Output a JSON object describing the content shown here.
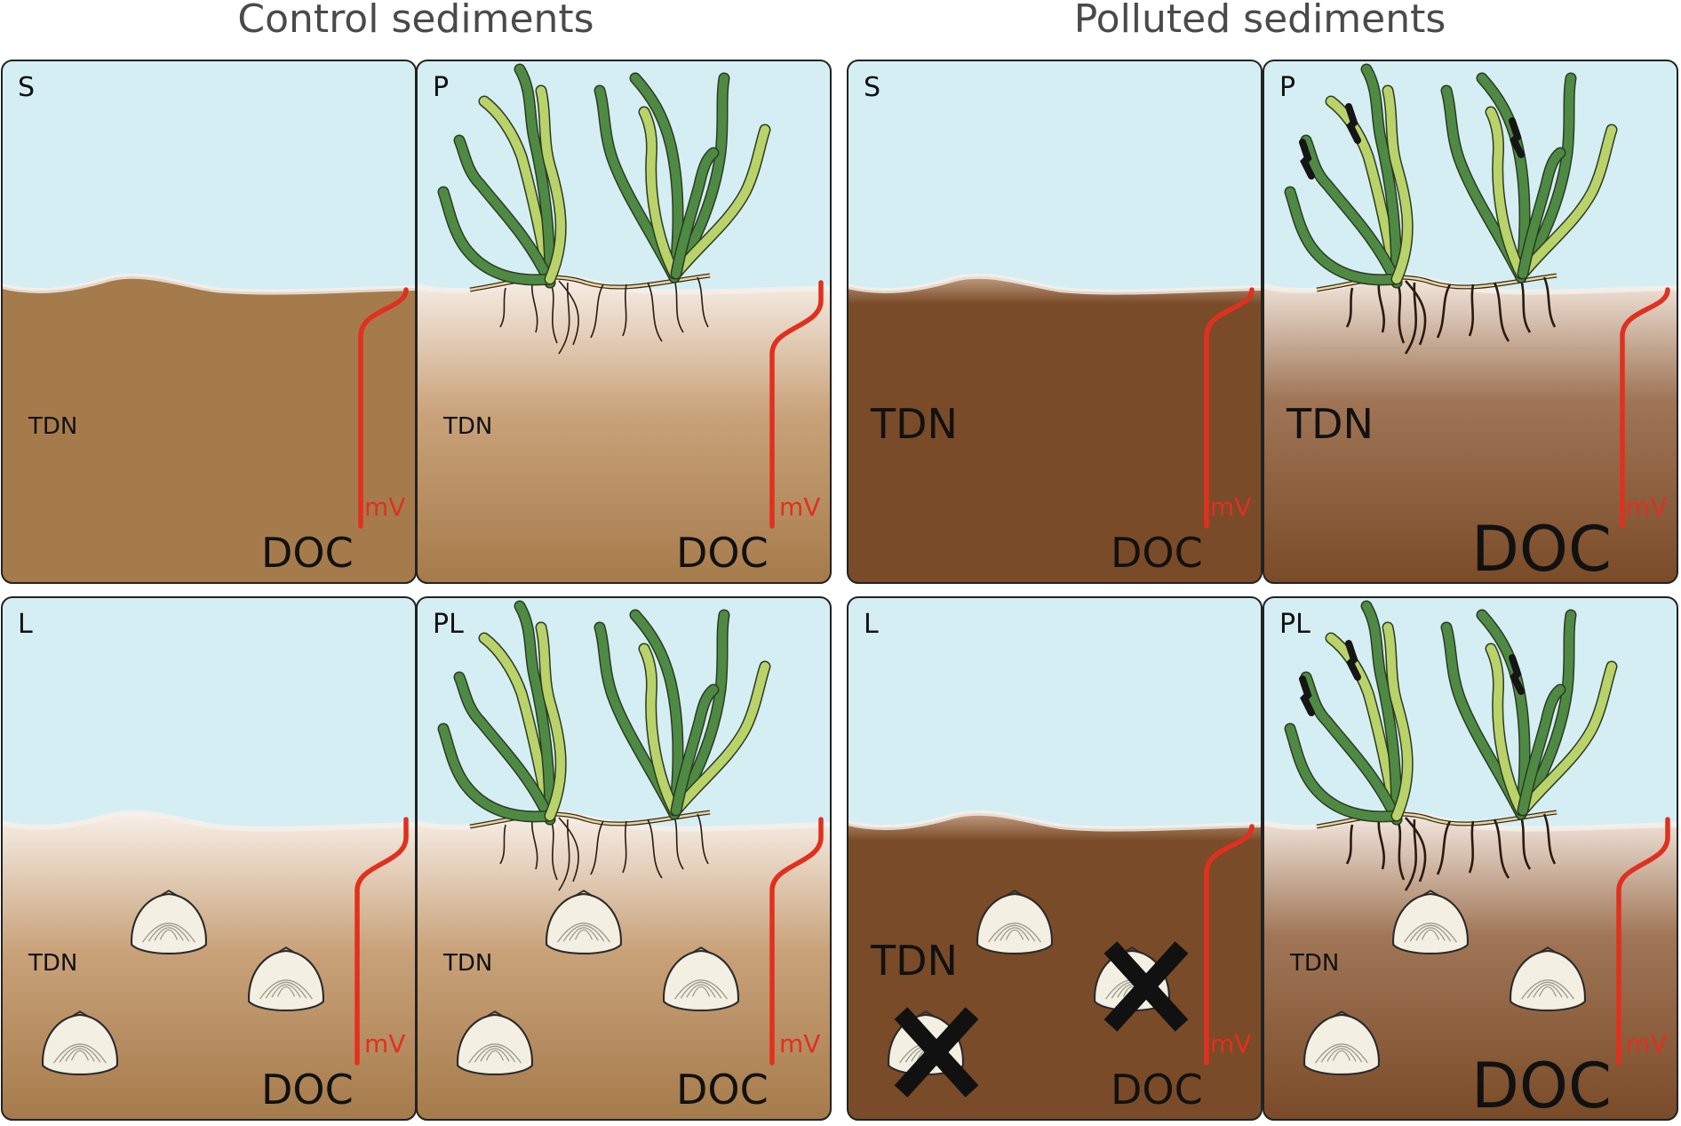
{
  "titles": {
    "left": "Control sediments",
    "right": "Polluted sediments"
  },
  "panels": [
    {
      "id": "control-s",
      "label": "S",
      "group": "control",
      "seagrass": false,
      "clams": false,
      "dead_clams": false,
      "tdn": "TDN",
      "tdn_size": "small",
      "doc": "DOC",
      "doc_size": "medium",
      "mv": "mV",
      "shallow_redox": false
    },
    {
      "id": "control-p",
      "label": "P",
      "group": "control",
      "seagrass": true,
      "clams": false,
      "dead_clams": false,
      "tdn": "TDN",
      "tdn_size": "small",
      "doc": "DOC",
      "doc_size": "medium",
      "mv": "mV",
      "shallow_redox": true
    },
    {
      "id": "polluted-s",
      "label": "S",
      "group": "polluted",
      "seagrass": false,
      "clams": false,
      "dead_clams": false,
      "tdn": "TDN",
      "tdn_size": "large",
      "doc": "DOC",
      "doc_size": "medium",
      "mv": "mV",
      "shallow_redox": false
    },
    {
      "id": "polluted-p",
      "label": "P",
      "group": "polluted",
      "seagrass": true,
      "clams": false,
      "dead_clams": false,
      "tdn": "TDN",
      "tdn_size": "large",
      "doc": "DOC",
      "doc_size": "large",
      "mv": "mV",
      "shallow_redox": false
    },
    {
      "id": "control-l",
      "label": "L",
      "group": "control",
      "seagrass": false,
      "clams": true,
      "dead_clams": false,
      "tdn": "TDN",
      "tdn_size": "small",
      "doc": "DOC",
      "doc_size": "medium",
      "mv": "mV",
      "shallow_redox": true
    },
    {
      "id": "control-pl",
      "label": "PL",
      "group": "control",
      "seagrass": true,
      "clams": true,
      "dead_clams": false,
      "tdn": "TDN",
      "tdn_size": "small",
      "doc": "DOC",
      "doc_size": "medium",
      "mv": "mV",
      "shallow_redox": true
    },
    {
      "id": "polluted-l",
      "label": "L",
      "group": "polluted",
      "seagrass": false,
      "clams": true,
      "dead_clams": true,
      "tdn": "TDN",
      "tdn_size": "large",
      "doc": "DOC",
      "doc_size": "medium",
      "mv": "mV",
      "shallow_redox": false
    },
    {
      "id": "polluted-pl",
      "label": "PL",
      "group": "polluted",
      "seagrass": true,
      "clams": true,
      "dead_clams": false,
      "tdn": "TDN",
      "tdn_size": "small",
      "doc": "DOC",
      "doc_size": "large",
      "mv": "mV",
      "shallow_redox": true
    }
  ],
  "colors": {
    "water": "#d5eef3",
    "control_sediment": "#a67b4b",
    "polluted_sediment": "#7a4b28",
    "light_sediment": "#f1e6dc",
    "redox_line": "#e1301f",
    "clam_fill": "#f3efe2",
    "leaf_light": "#b9d36a",
    "leaf_dark": "#4f8a45",
    "roots": "#2a1a10",
    "frame": "#222222"
  },
  "icons": {
    "dead_clam_marker": "cross-mark-icon",
    "clam": "clam-shell-icon",
    "plant": "seagrass-icon"
  }
}
